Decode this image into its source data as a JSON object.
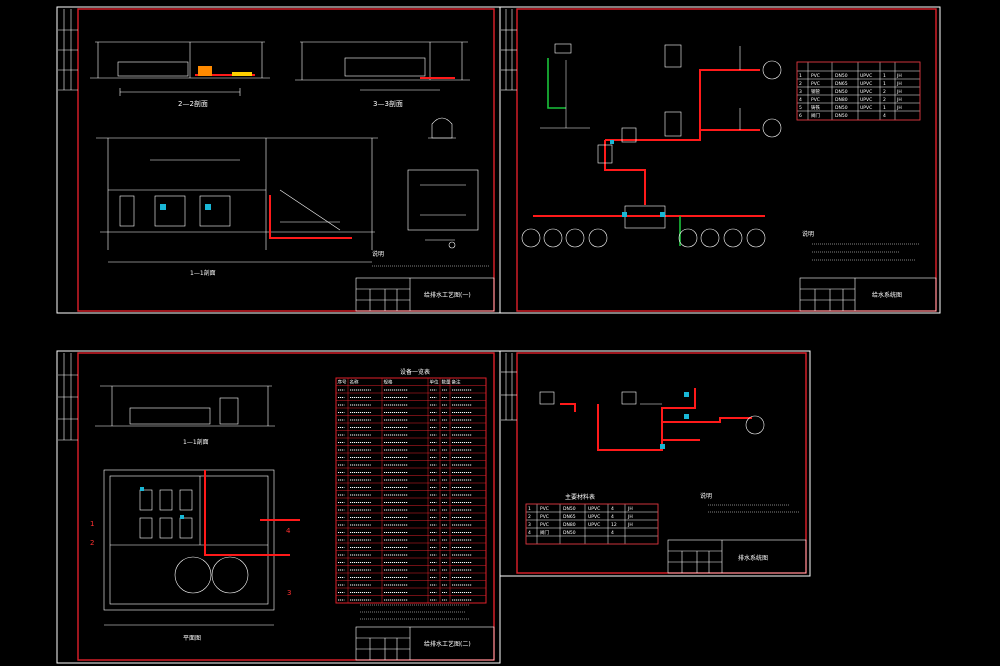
{
  "colors": {
    "background": "#000000",
    "border": "#ffffff",
    "frame": "#e0202a",
    "pipe": "#ff1a1a",
    "supply": "#19c23a",
    "device": "#19b7d6",
    "accent": "#d81aa0",
    "text": "#ffffff"
  },
  "sheet1": {
    "title_block": "给排水工艺图(一)",
    "views": {
      "section_2": "2—2剖面",
      "section_3": "3—3剖面",
      "section_1": "1—1剖面"
    },
    "note_heading": "说明"
  },
  "sheet2": {
    "title_block": "给水系统图",
    "note_heading": "说明",
    "table_rows": [
      [
        "1",
        "PVC",
        "DN50",
        "UPVC",
        "1",
        "JH"
      ],
      [
        "2",
        "PVC",
        "DN65",
        "UPVC",
        "1",
        "JH"
      ],
      [
        "3",
        "钢管",
        "DN50",
        "UPVC",
        "2",
        "JH"
      ],
      [
        "4",
        "PVC",
        "DN80",
        "UPVC",
        "2",
        "JH"
      ],
      [
        "5",
        "铸铁",
        "DN50",
        "UPVC",
        "1",
        "JH"
      ],
      [
        "6",
        "阀门",
        "DN50",
        "",
        "4",
        ""
      ]
    ]
  },
  "sheet3": {
    "title_block": "给排水工艺图(二)",
    "view_label": "1—1剖面",
    "plan_label": "平面图",
    "table_title": "设备一览表",
    "table_headers": [
      "序号",
      "名称",
      "规格",
      "单位",
      "数量",
      "备注"
    ],
    "plan_markers": [
      "1",
      "2",
      "3",
      "4"
    ]
  },
  "sheet4": {
    "title_block": "排水系统图",
    "table_title": "主要材料表",
    "note_heading": "说明",
    "table_rows": [
      [
        "1",
        "PVC",
        "DN50",
        "UPVC",
        "4",
        "JH"
      ],
      [
        "2",
        "PVC",
        "DN65",
        "UPVC",
        "4",
        "JH"
      ],
      [
        "3",
        "PVC",
        "DN80",
        "UPVC",
        "12",
        "JH"
      ],
      [
        "4",
        "阀门",
        "DN50",
        "",
        "4",
        ""
      ]
    ]
  }
}
